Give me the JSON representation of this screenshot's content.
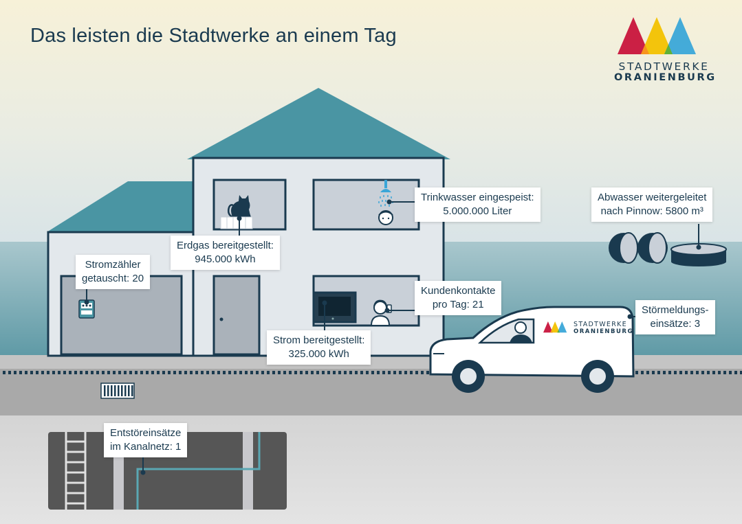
{
  "title": "Das leisten die Stadtwerke an einem Tag",
  "logo": {
    "line1": "STADTWERKE",
    "line2": "ORANIENBURG",
    "colors": [
      "#c8143c",
      "#f2c100",
      "#f7941d",
      "#5fb138",
      "#3aa6d8"
    ]
  },
  "van_logo": {
    "line1": "STADTWERKE",
    "line2": "ORANIENBURG"
  },
  "labels": {
    "stromzaehler": {
      "line1": "Stromzähler",
      "line2": "getauscht: 20"
    },
    "erdgas": {
      "line1": "Erdgas bereitgestellt:",
      "line2": "945.000 kWh"
    },
    "trinkwasser": {
      "line1": "Trinkwasser eingespeist:",
      "line2": "5.000.000 Liter"
    },
    "abwasser": {
      "line1": "Abwasser weitergeleitet",
      "line2": "nach Pinnow: 5800 m³"
    },
    "kundenkontakte": {
      "line1": "Kundenkontakte",
      "line2": "pro Tag: 21"
    },
    "strom": {
      "line1": "Strom bereitgestellt:",
      "line2": "325.000 kWh"
    },
    "stoermeldung": {
      "line1": "Störmeldungs-",
      "line2": "einsätze: 3"
    },
    "kanalnetz": {
      "line1": "Entstöreinsätze",
      "line2": "im Kanalnetz: 1"
    }
  },
  "colors": {
    "navy": "#1a3a4f",
    "teal": "#4a95a3",
    "wall": "#e3e8ec",
    "window": "#c9d0d8",
    "road": "#a9a9a9",
    "sewer": "#555555"
  }
}
